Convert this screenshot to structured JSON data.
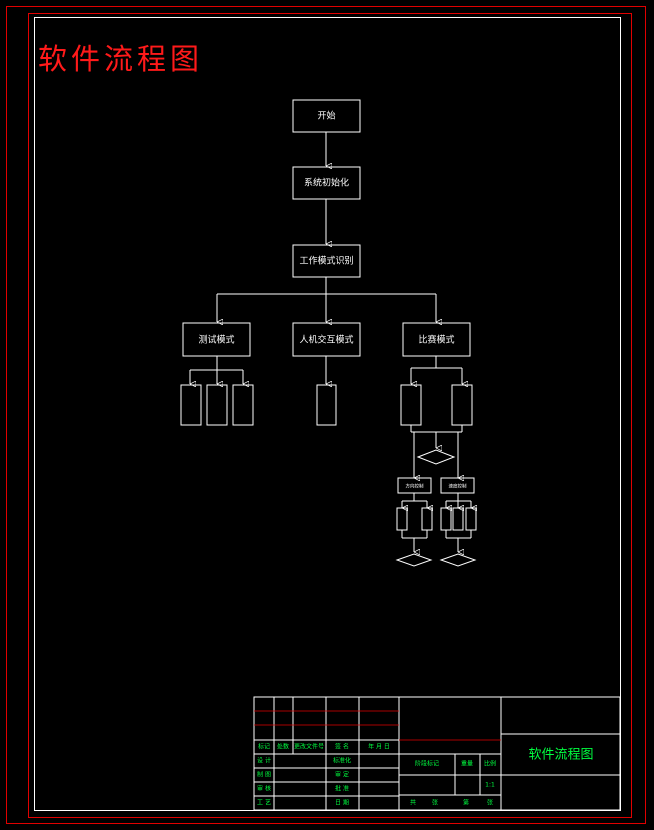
{
  "title": "软件流程图",
  "nodes": {
    "start": "开始",
    "init": "系统初始化",
    "mode_detect": "工作模式识别",
    "test_mode": "测试模式",
    "hci_mode": "人机交互模式",
    "race_mode": "比赛模式",
    "sub_ctrl": "方向控制",
    "speed_ctrl": "速度控制"
  },
  "title_block": {
    "headers": [
      "标记",
      "处数",
      "更改文件号",
      "签 名",
      "年 月 日"
    ],
    "roles": [
      "设 计",
      "制 图",
      "审 核",
      "工 艺"
    ],
    "roles2": [
      "标准化",
      "审 定",
      "批 准",
      "日 期"
    ],
    "stage_label": "阶段标记",
    "weight_label": "重量",
    "scale_label": "比例",
    "scale_value": "1:1",
    "sheet_text_1": "共",
    "sheet_text_2": "张",
    "sheet_text_3": "第",
    "sheet_text_4": "张",
    "drawing_name": "软件流程图"
  }
}
